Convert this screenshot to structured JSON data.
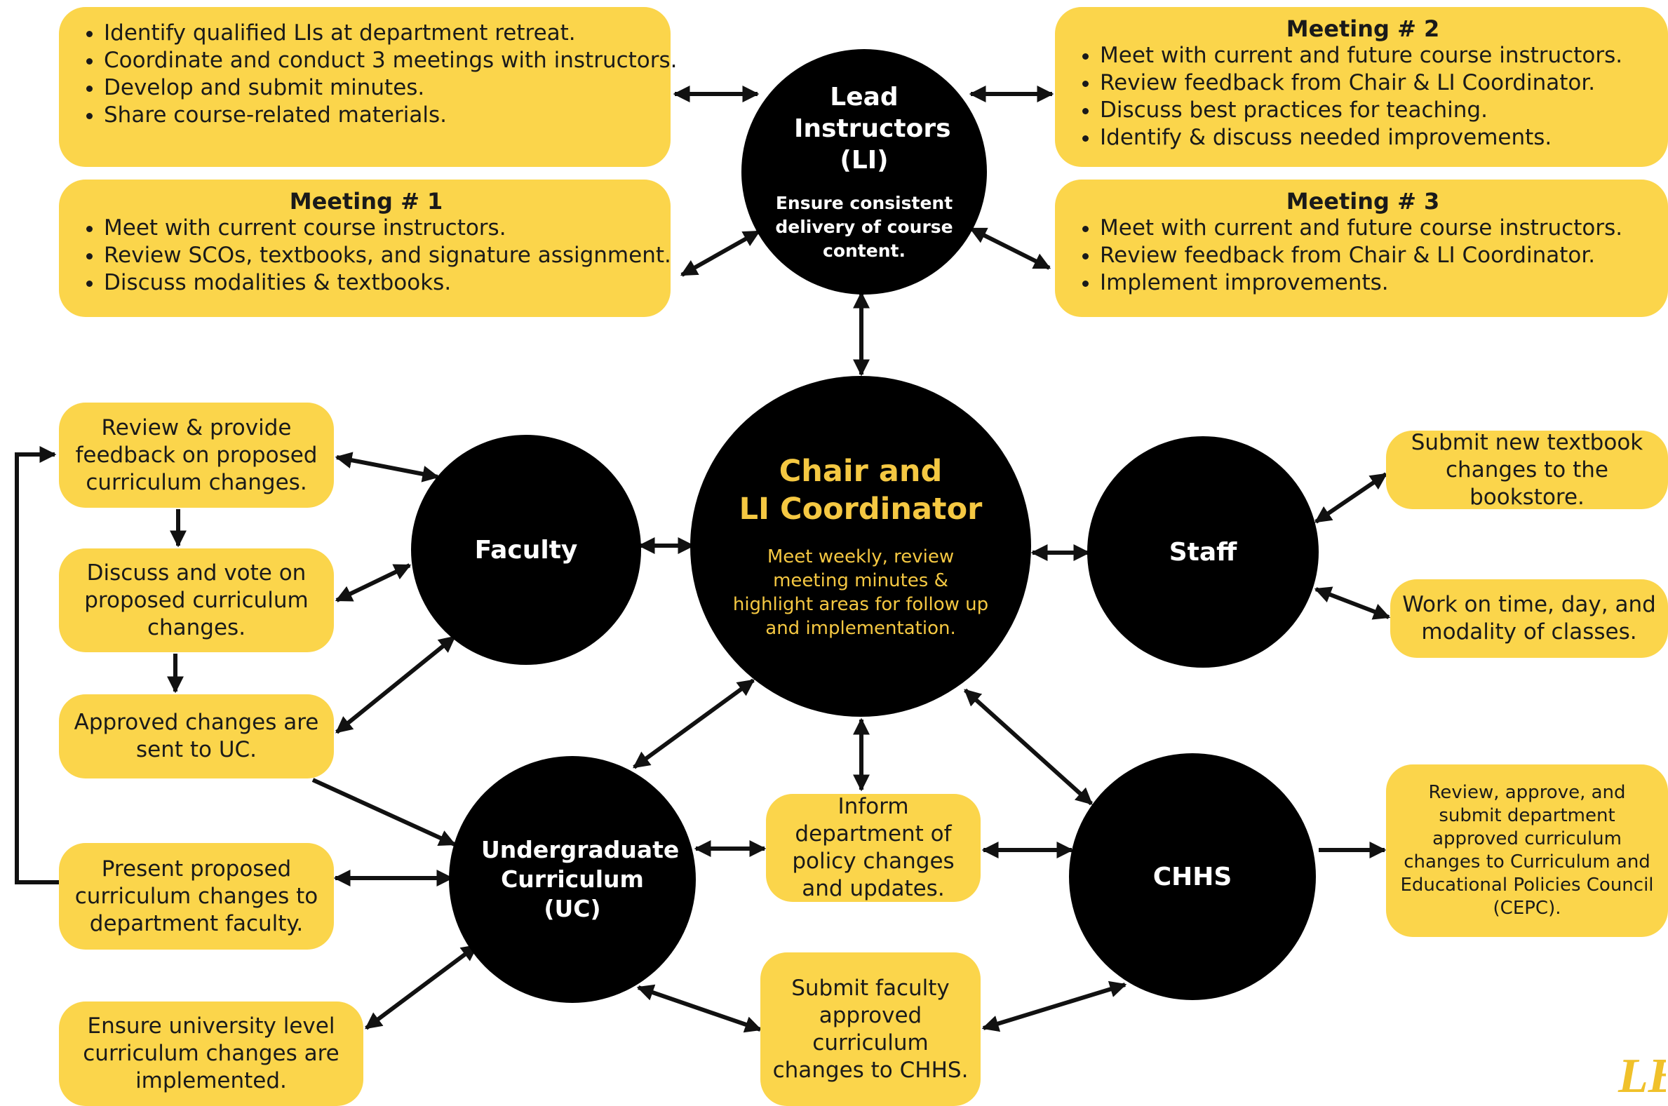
{
  "nodes": {
    "lead": {
      "title": "Lead Instructors (LI)",
      "subtitle": "Ensure consistent delivery of course content."
    },
    "chair": {
      "title_line1": "Chair and",
      "title_line2": "LI Coordinator",
      "subtitle": "Meet weekly, review meeting minutes & highlight areas for follow up and implementation."
    },
    "faculty": {
      "title": "Faculty"
    },
    "staff": {
      "title": "Staff"
    },
    "uc": {
      "title": "Undergraduate Curriculum (UC)"
    },
    "chhs": {
      "title": "CHHS"
    }
  },
  "boxes": {
    "li_duties": {
      "items": [
        "Identify qualified LIs at department retreat.",
        "Coordinate and conduct 3 meetings with instructors.",
        "Develop and submit minutes.",
        "Share course-related materials."
      ]
    },
    "meeting1": {
      "heading": "Meeting # 1",
      "items": [
        "Meet with current course instructors.",
        "Review SCOs, textbooks, and signature assignment.",
        "Discuss modalities & textbooks."
      ]
    },
    "meeting2": {
      "heading": "Meeting # 2",
      "items": [
        "Meet with current and future course instructors.",
        "Review feedback from Chair & LI Coordinator.",
        "Discuss best practices for teaching.",
        "Identify & discuss needed improvements."
      ]
    },
    "meeting3": {
      "heading": "Meeting # 3",
      "items": [
        "Meet with current and future course instructors.",
        "Review feedback from Chair & LI Coordinator.",
        "Implement improvements."
      ]
    },
    "review_feedback": "Review & provide feedback on proposed curriculum changes.",
    "discuss_vote": "Discuss and vote on proposed curriculum changes.",
    "approved_sent": "Approved changes are sent to UC.",
    "present_proposed": "Present proposed curriculum changes to department faculty.",
    "ensure_university": "Ensure university level curriculum changes are implemented.",
    "inform_department": "Inform department of policy changes and updates.",
    "submit_faculty": "Submit faculty approved curriculum changes to CHHS.",
    "submit_textbook": "Submit new textbook changes to the bookstore.",
    "work_time": "Work on time, day, and modality of classes.",
    "review_approve": "Review, approve, and submit department approved curriculum changes to Curriculum and Educational Policies Council (CEPC)."
  },
  "colors": {
    "box": "#fbd54b",
    "circle": "#000000",
    "accent_text": "#f5c842",
    "arrow": "#111111"
  },
  "logo": {
    "monogram": "LB",
    "icon": "university-monogram-icon"
  }
}
